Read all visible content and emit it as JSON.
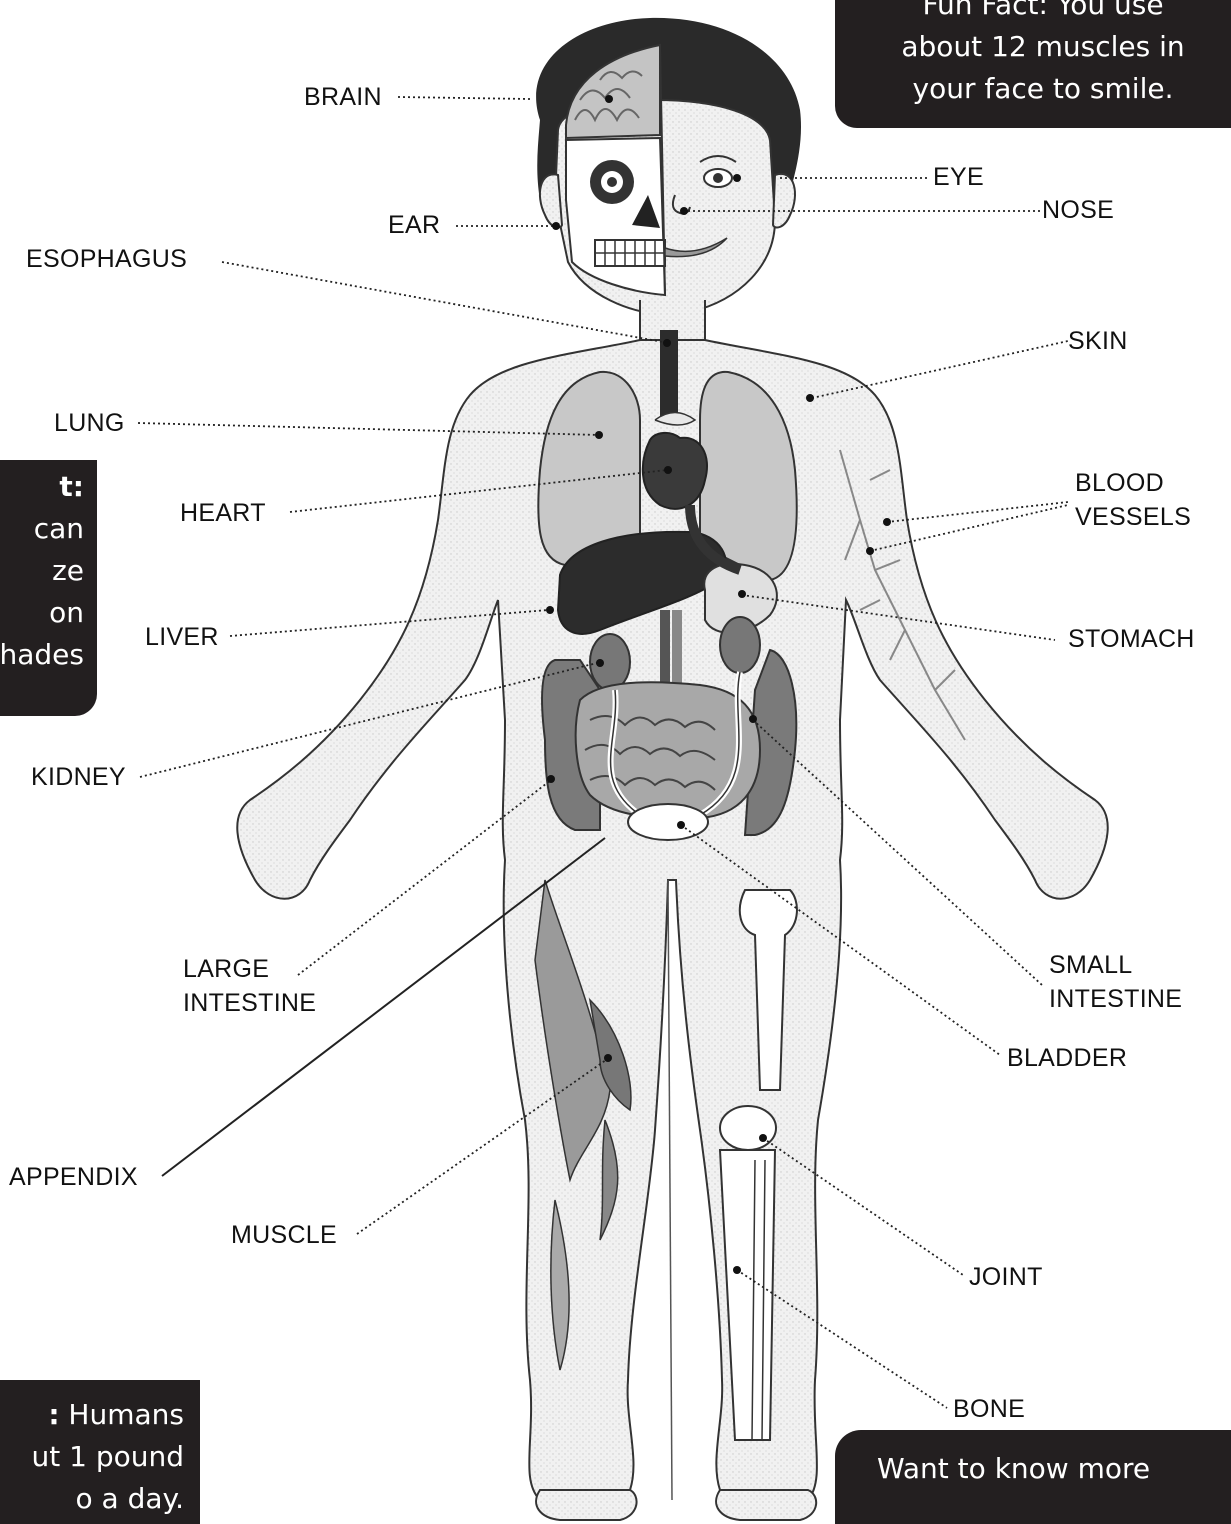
{
  "labels": {
    "brain": "BRAIN",
    "eye": "EYE",
    "nose": "NOSE",
    "ear": "EAR",
    "esophagus": "ESOPHAGUS",
    "skin": "SKIN",
    "lung": "LUNG",
    "heart": "HEART",
    "blood_vessels_1": "BLOOD",
    "blood_vessels_2": "VESSELS",
    "liver": "LIVER",
    "stomach": "STOMACH",
    "kidney": "KIDNEY",
    "large_intestine_1": "LARGE",
    "large_intestine_2": "INTESTINE",
    "small_intestine_1": "SMALL",
    "small_intestine_2": "INTESTINE",
    "bladder": "BLADDER",
    "appendix": "APPENDIX",
    "muscle": "MUSCLE",
    "joint": "JOINT",
    "bone": "BONE"
  },
  "fact_boxes": {
    "top_right": {
      "line1": "Fun Fact: You use",
      "line2": "about 12 muscles in",
      "line3": "your face to smile."
    },
    "left": {
      "line1": "t:",
      "line2": "can",
      "line3": "ze",
      "line4": "on",
      "line5": "hades"
    },
    "bottom_left": {
      "line1_bold": ":",
      "line1": "Humans",
      "line2": "ut 1 pound",
      "line3": "o a day."
    },
    "bottom_right": {
      "line1": "Want to know more"
    }
  },
  "colors": {
    "hair": "#2a2a2a",
    "skin_line": "#333333",
    "organ_dark": "#2c2c2c",
    "organ_mid": "#8a8a8a",
    "organ_light": "#c4c4c4",
    "box_bg": "#231f20"
  }
}
